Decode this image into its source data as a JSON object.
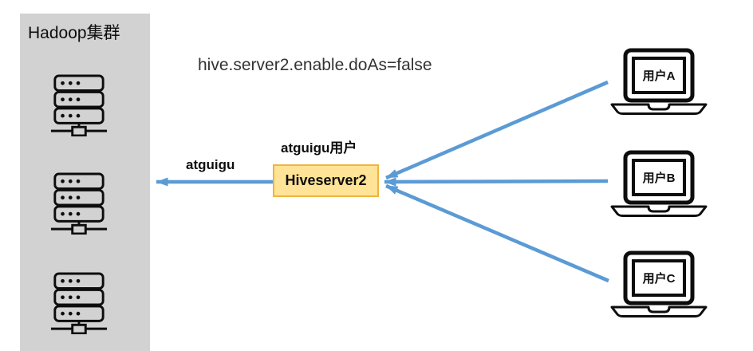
{
  "diagram": {
    "config_text": "hive.server2.enable.doAs=false",
    "cluster_panel": {
      "title": "Hadoop集群",
      "server_icon_count": 3
    },
    "hiveserver": {
      "label": "Hiveserver2",
      "above_label": "atguigu用户"
    },
    "cluster_arrow_label": "atguigu",
    "users": [
      {
        "label": "用户A"
      },
      {
        "label": "用户B"
      },
      {
        "label": "用户C"
      }
    ],
    "icons": {
      "server": "server-rack-icon",
      "laptop": "laptop-icon"
    },
    "colors": {
      "arrow_blue": "#5b9bd5",
      "panel_gray": "#d2d2d2",
      "box_fill": "#ffe396",
      "box_border": "#f2b33d",
      "icon_stroke": "#0d0d0d"
    }
  }
}
